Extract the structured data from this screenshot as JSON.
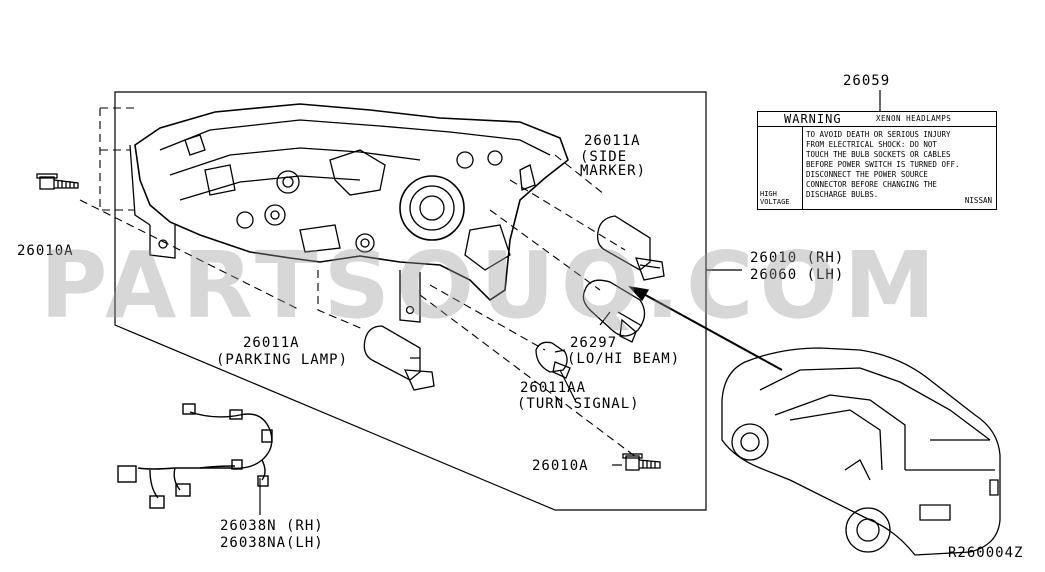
{
  "parts": {
    "p26059": "26059",
    "p26011a_top": "26011A",
    "side_marker_1": "(SIDE",
    "side_marker_2": "MARKER)",
    "p26010a_left": "26010A",
    "p26010_rh": "26010 (RH)",
    "p26060_lh": "26060 (LH)",
    "p26011a_park": "26011A",
    "parking_lamp": "(PARKING LAMP)",
    "p26297": "26297",
    "lo_hi_beam": "(LO/HI BEAM)",
    "p26011aa": "26011AA",
    "turn_signal": "(TURN SIGNAL)",
    "p26010a_bottom": "26010A",
    "p26038n": "26038N (RH)",
    "p26038na": "26038NA(LH)"
  },
  "warning_label": {
    "title": "WARNING",
    "subtitle": "XENON HEADLAMPS",
    "side_text_1": "HIGH",
    "side_text_2": "VOLTAGE",
    "lines": [
      "TO AVOID DEATH OR SERIOUS INJURY",
      "FROM ELECTRICAL SHOCK: DO NOT",
      "TOUCH THE BULB SOCKETS OR CABLES",
      "BEFORE POWER SWITCH IS TURNED OFF.",
      "DISCONNECT THE POWER SOURCE",
      "CONNECTOR BEFORE CHANGING THE",
      "DISCHARGE BULBS."
    ],
    "brand": "NISSAN"
  },
  "watermark": "PARTSOUQ.COM",
  "diagram_code": "R260004Z",
  "colors": {
    "line": "#000000",
    "watermark": "#969696",
    "background": "#ffffff"
  }
}
